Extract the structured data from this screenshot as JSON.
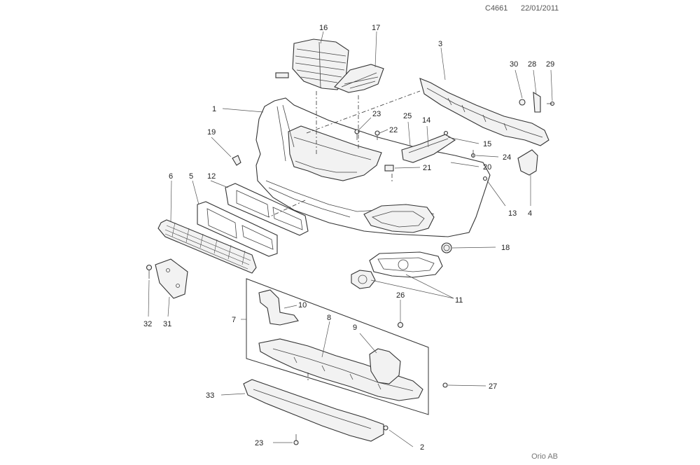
{
  "header": {
    "code": "C4661",
    "date": "22/01/2011"
  },
  "footer": {
    "brand": "Orio AB"
  },
  "callouts": {
    "c1": "1",
    "c2": "2",
    "c3": "3",
    "c4": "4",
    "c5": "5",
    "c6": "6",
    "c7": "7",
    "c8": "8",
    "c9": "9",
    "c10": "10",
    "c11": "11",
    "c12": "12",
    "c13": "13",
    "c14": "14",
    "c15": "15",
    "c16": "16",
    "c17": "17",
    "c18": "18",
    "c19": "19",
    "c20": "20",
    "c21": "21",
    "c22": "22",
    "c23a": "23",
    "c23b": "23",
    "c24": "24",
    "c25": "25",
    "c26": "26",
    "c27": "27",
    "c28": "28",
    "c29": "29",
    "c30": "30",
    "c31": "31",
    "c32": "32",
    "c33": "33"
  }
}
